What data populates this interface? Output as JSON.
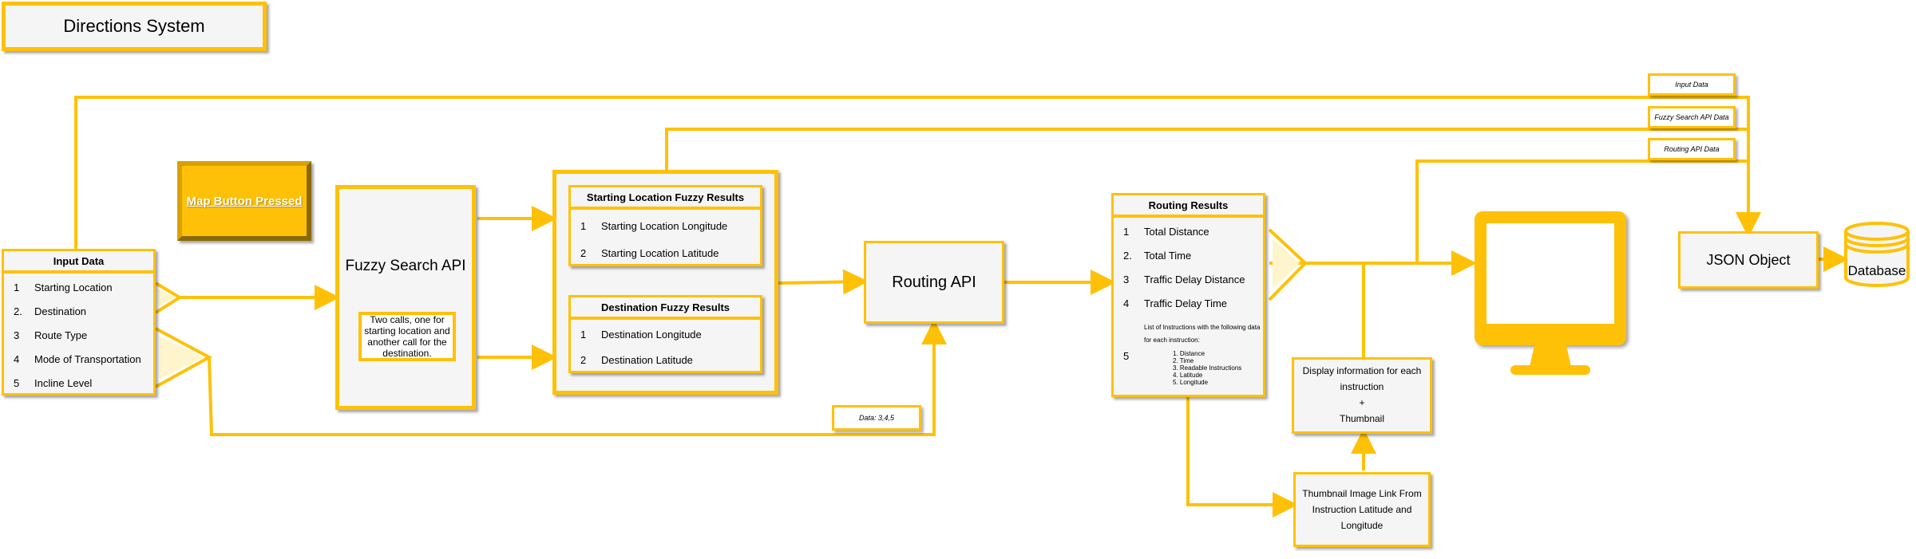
{
  "title": "Directions System",
  "map_button": "Map Button Pressed",
  "input_data": {
    "header": "Input Data",
    "rows": [
      {
        "n": "1",
        "t": "Starting Location"
      },
      {
        "n": "2.",
        "t": "Destination"
      },
      {
        "n": "3",
        "t": "Route Type"
      },
      {
        "n": "4",
        "t": "Mode of Transportation"
      },
      {
        "n": "5",
        "t": "Incline Level"
      }
    ]
  },
  "fuzzy_api": {
    "title": "Fuzzy Search API",
    "note": "Two calls, one for starting location and another call for the destination."
  },
  "start_fuzzy": {
    "header": "Starting Location Fuzzy Results",
    "rows": [
      {
        "n": "1",
        "t": "Starting Location Longitude"
      },
      {
        "n": "2",
        "t": "Starting Location Latitude"
      }
    ]
  },
  "dest_fuzzy": {
    "header": "Destination Fuzzy Results",
    "rows": [
      {
        "n": "1",
        "t": "Destination Longitude"
      },
      {
        "n": "2",
        "t": "Destination Latitude"
      }
    ]
  },
  "routing_api": "Routing API",
  "data_tag": "Data: 3,4,5",
  "routing_results": {
    "header": "Routing Results",
    "rows": [
      {
        "n": "1",
        "t": "Total Distance"
      },
      {
        "n": "2.",
        "t": "Total Time"
      },
      {
        "n": "3",
        "t": "Traffic Delay Distance"
      },
      {
        "n": "4",
        "t": "Traffic Delay Time"
      }
    ],
    "list_n": "5",
    "list_intro": "List of Instructions with the following data for each instruction:",
    "list_items": [
      "1. Distance",
      "2. Time",
      "3. Readable Instructions",
      "4. Latitude",
      "5. Longitude"
    ]
  },
  "display_info": {
    "line1": "Display information for each instruction",
    "line2": "+",
    "line3": "Thumbnail"
  },
  "thumbnail_box": "Thumbnail Image Link From Instruction Latitude and Longitude",
  "tags": {
    "input": "Input Data",
    "fuzzy": "Fuzzy Search API Data",
    "routing": "Routing API Data"
  },
  "json_object": "JSON Object",
  "database": "Database",
  "colors": {
    "accent": "#ffc107",
    "button_dark": "#b8860b",
    "box_bg": "#f5f5f5"
  }
}
